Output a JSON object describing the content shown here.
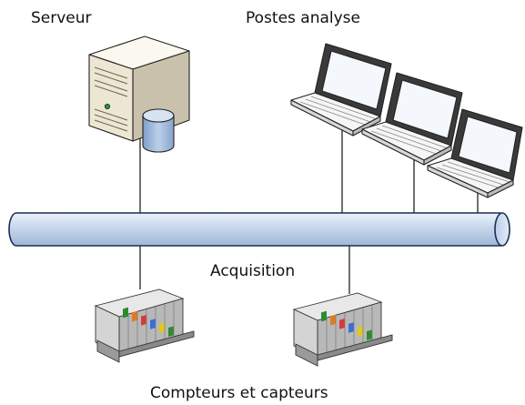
{
  "labels": {
    "server": "Serveur",
    "workstations": "Postes analyse",
    "bus": "Acquisition",
    "devices": "Compteurs et capteurs"
  },
  "colors": {
    "bus_fill": "#c9d9ee",
    "bus_stroke": "#1a2f55",
    "line": "#111111",
    "server_body": "#efeadb",
    "database": "#a8c0de"
  },
  "icons": {
    "server": "server-tower-icon",
    "database": "database-cylinder-icon",
    "laptop": "laptop-icon",
    "io_module": "plc-io-module-icon"
  }
}
